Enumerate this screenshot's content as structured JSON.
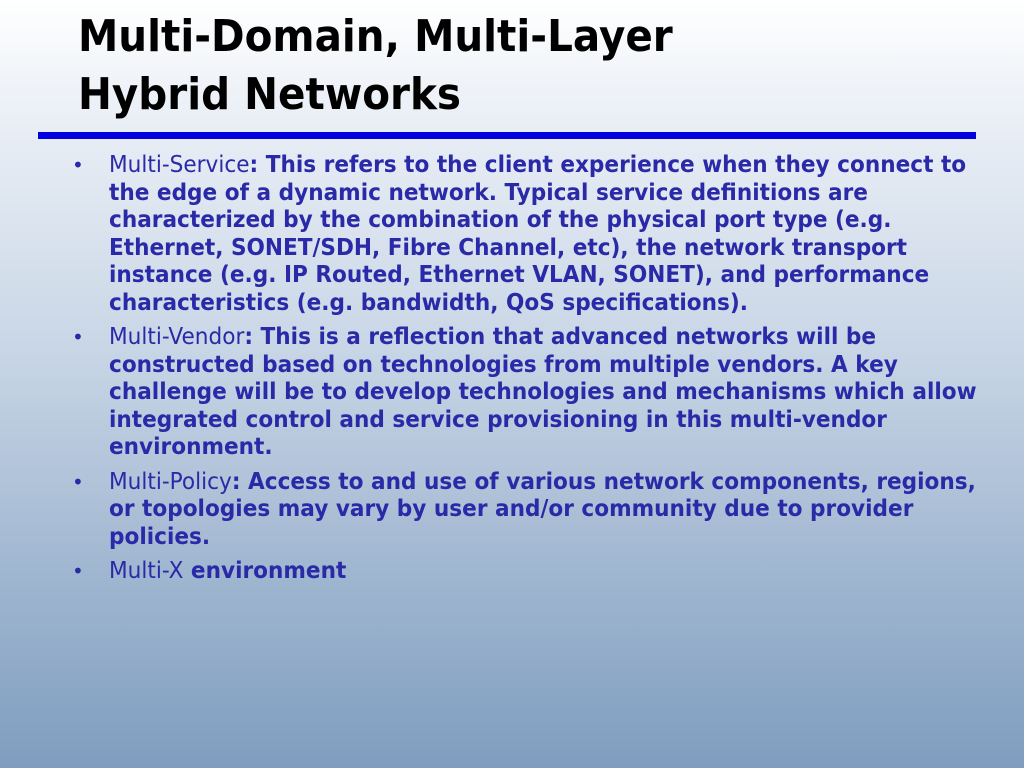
{
  "slide": {
    "title_line1": "Multi-Domain, Multi-Layer",
    "title_line2": "Hybrid Networks",
    "colors": {
      "title": "#000000",
      "rule": "#0000e0",
      "body_text": "#2a2aa8"
    },
    "bullets": [
      {
        "term": "Multi-Service",
        "text": ": This refers to the client experience when they connect to the edge of a dynamic network.  Typical service definitions are characterized by the combination of the physical port type (e.g. Ethernet, SONET/SDH, Fibre Channel, etc), the network transport instance (e.g. IP Routed, Ethernet VLAN, SONET), and performance characteristics (e.g. bandwidth, QoS specifications)."
      },
      {
        "term": "Multi-Vendor",
        "text": ": This is a reflection that advanced networks will be constructed based on technologies from multiple vendors.  A key challenge will be to develop technologies and mechanisms which allow integrated control and service provisioning in this multi-vendor environment."
      },
      {
        "term": "Multi-Policy",
        "text": ": Access to and use of various network components, regions, or topologies may vary by user and/or community due to provider policies."
      },
      {
        "term": "Multi-X",
        "text": " environment"
      }
    ]
  }
}
